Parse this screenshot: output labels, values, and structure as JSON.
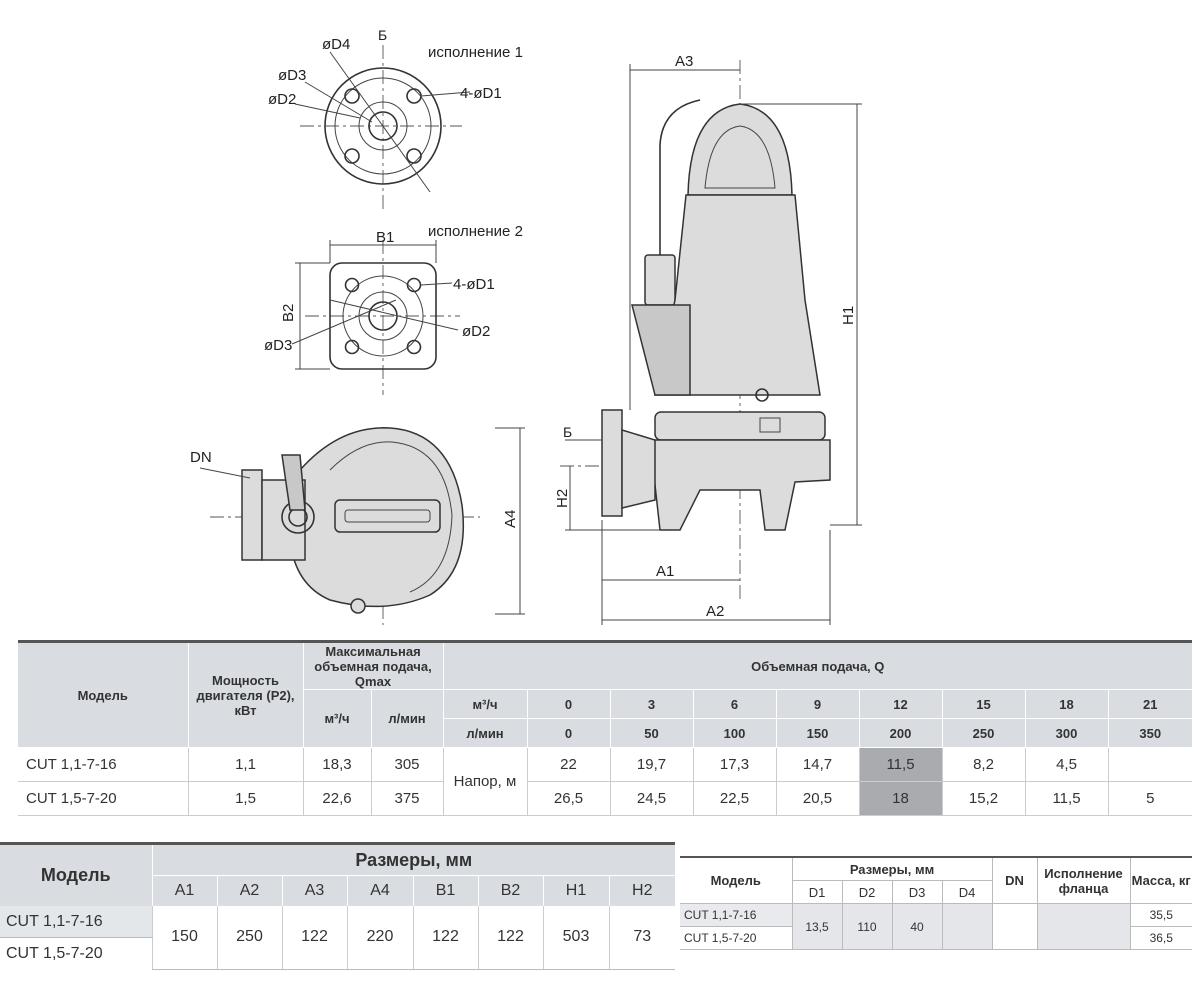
{
  "drawing": {
    "labels": {
      "d4": "øD4",
      "b_top": "Б",
      "version1": "исполнение 1",
      "d3_v1": "øD3",
      "d2_v1": "øD2",
      "d1_v1": "4-øD1",
      "b1": "B1",
      "version2": "исполнение 2",
      "d1_v2": "4-øD1",
      "b2": "B2",
      "d2_v2": "øD2",
      "d3_v2": "øD3",
      "dn": "DN",
      "a4": "A4",
      "a3": "A3",
      "h1": "H1",
      "b_side": "Б",
      "h2": "H2",
      "a1": "A1",
      "a2": "A2"
    }
  },
  "perf_table": {
    "model": "Модель",
    "power": "Мощность двигателя (P2), кВт",
    "qmax": "Максимальная объемная подача, Qmax",
    "flow": "Объемная подача, Q",
    "unit_m3": "м³/ч",
    "unit_lmin": "л/мин",
    "m3_values": [
      "0",
      "3",
      "6",
      "9",
      "12",
      "15",
      "18",
      "21"
    ],
    "lmin_values": [
      "0",
      "50",
      "100",
      "150",
      "200",
      "250",
      "300",
      "350"
    ],
    "head_label": "Напор, м",
    "rows": [
      {
        "model": "CUT 1,1-7-16",
        "power": "1,1",
        "qmax_m3": "18,3",
        "qmax_l": "305",
        "heads": [
          "22",
          "19,7",
          "17,3",
          "14,7",
          "11,5",
          "8,2",
          "4,5",
          ""
        ]
      },
      {
        "model": "CUT 1,5-7-20",
        "power": "1,5",
        "qmax_m3": "22,6",
        "qmax_l": "375",
        "heads": [
          "26,5",
          "24,5",
          "22,5",
          "20,5",
          "18",
          "15,2",
          "11,5",
          "5"
        ]
      }
    ]
  },
  "dims_table": {
    "model": "Модель",
    "title": "Размеры, мм",
    "cols": [
      "A1",
      "A2",
      "A3",
      "A4",
      "B1",
      "B2",
      "H1",
      "H2"
    ],
    "models": [
      "CUT 1,1-7-16",
      "CUT 1,5-7-20"
    ],
    "values": [
      "150",
      "250",
      "122",
      "220",
      "122",
      "122",
      "503",
      "73"
    ]
  },
  "flange_table": {
    "model": "Модель",
    "title": "Размеры, мм",
    "cols": [
      "D1",
      "D2",
      "D3",
      "D4"
    ],
    "dn": "DN",
    "flange": "Исполнение фланца",
    "mass": "Масса, кг",
    "models": [
      "CUT 1,1-7-16",
      "CUT 1,5-7-20"
    ],
    "values": [
      "13,5",
      "110",
      "40",
      ""
    ],
    "masses": [
      "35,5",
      "36,5"
    ]
  }
}
